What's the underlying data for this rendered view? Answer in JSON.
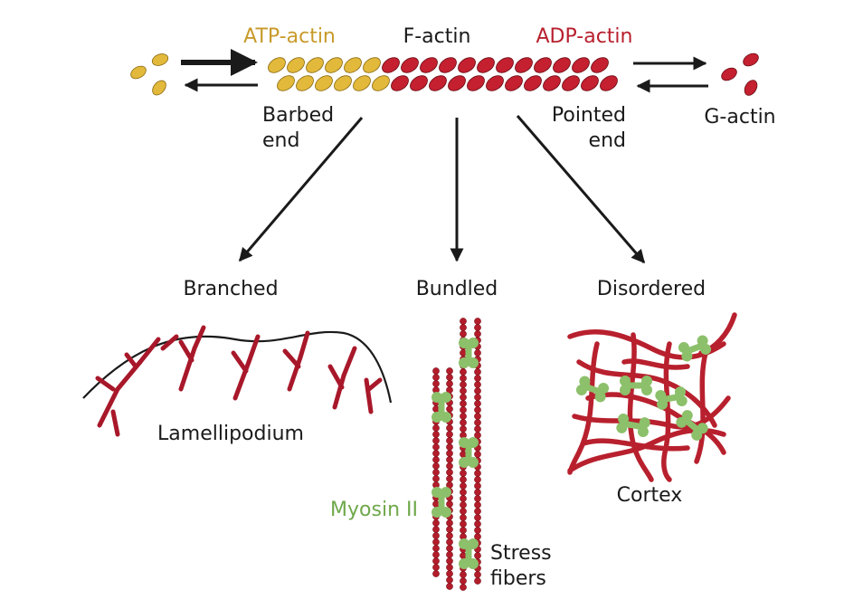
{
  "labels": {
    "atp_actin": "ATP-actin",
    "f_actin": "F-actin",
    "adp_actin": "ADP-actin",
    "barbed_end_line1": "Barbed",
    "barbed_end_line2": "end",
    "pointed_end_line1": "Pointed",
    "pointed_end_line2": "end",
    "g_actin": "G-actin",
    "branched": "Branched",
    "bundled": "Bundled",
    "disordered": "Disordered",
    "lamellipodium": "Lamellipodium",
    "myosin_ii": "Myosin II",
    "stress_fibers_line1": "Stress",
    "stress_fibers_line2": "fibers",
    "cortex": "Cortex"
  },
  "colors": {
    "atp_actin": "#e2b93b",
    "adp_actin": "#c42030",
    "myosin": "#8cc06a",
    "text_gold": "#c89a2a",
    "text_red": "#b8202e",
    "text_green": "#6fa84a",
    "arrow": "#1a1a1a"
  }
}
